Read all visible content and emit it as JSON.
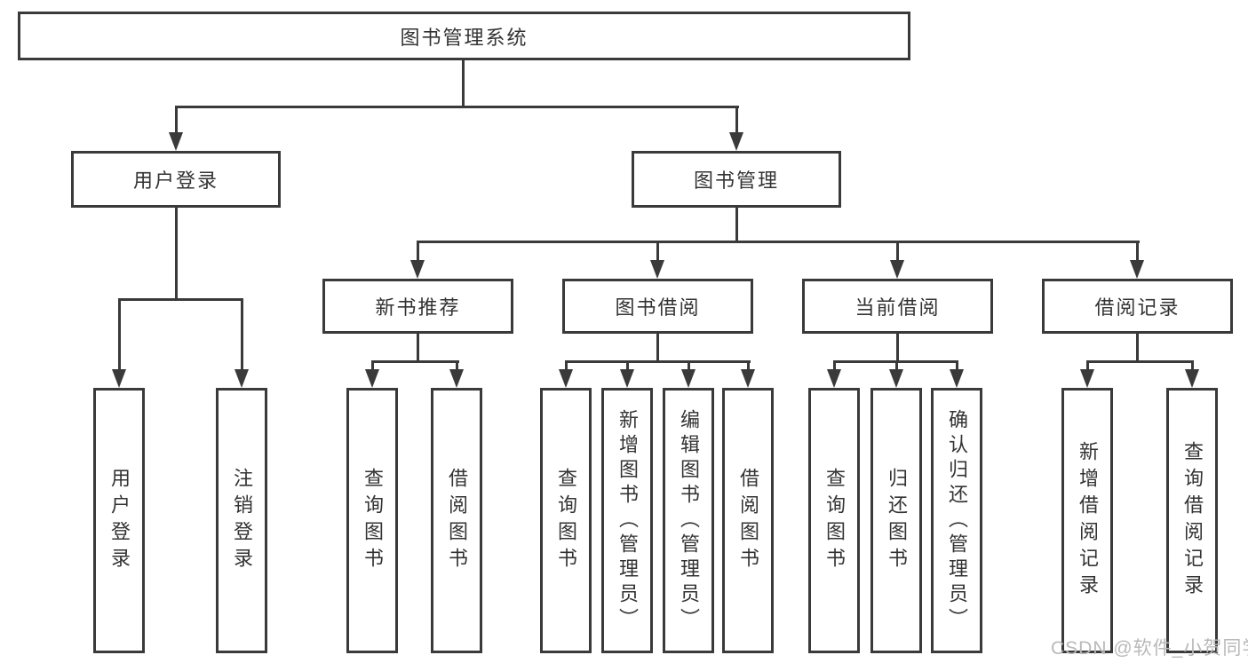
{
  "diagram_type": "hierarchy-tree",
  "colors": {
    "line": "#3a3a3a",
    "text": "#333333",
    "background": "#ffffff",
    "watermark": "#b9b9b9"
  },
  "tree": {
    "root": {
      "label": "图书管理系统",
      "children": [
        {
          "label": "用户登录",
          "children": [
            {
              "label": "用户登录"
            },
            {
              "label": "注销登录"
            }
          ]
        },
        {
          "label": "图书管理",
          "children": [
            {
              "label": "新书推荐",
              "children": [
                {
                  "label": "查询图书"
                },
                {
                  "label": "借阅图书"
                }
              ]
            },
            {
              "label": "图书借阅",
              "children": [
                {
                  "label": "查询图书"
                },
                {
                  "label": "新增图书（管理员）"
                },
                {
                  "label": "编辑图书（管理员）"
                },
                {
                  "label": "借阅图书"
                }
              ]
            },
            {
              "label": "当前借阅",
              "children": [
                {
                  "label": "查询图书"
                },
                {
                  "label": "归还图书"
                },
                {
                  "label": "确认归还（管理员）"
                }
              ]
            },
            {
              "label": "借阅记录",
              "children": [
                {
                  "label": "新增借阅记录"
                },
                {
                  "label": "查询借阅记录"
                }
              ]
            }
          ]
        }
      ]
    }
  },
  "watermark": {
    "text": "CSDN @软件_小贺同学"
  }
}
